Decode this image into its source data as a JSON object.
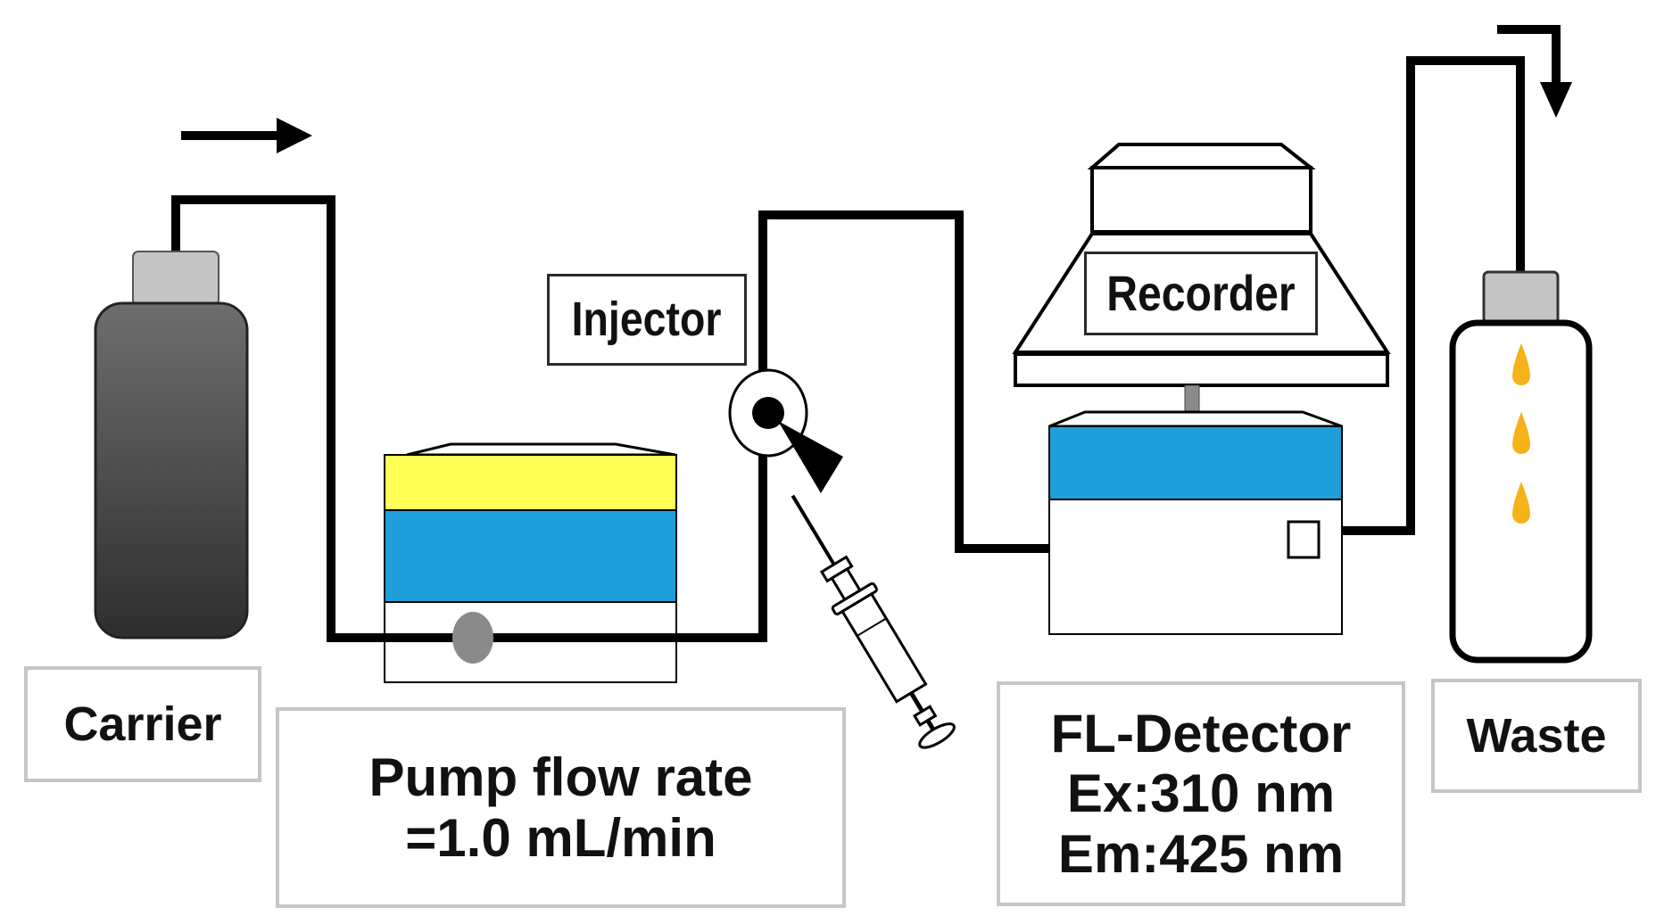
{
  "components": {
    "carrier": {
      "label": "Carrier"
    },
    "pump": {
      "line1": "Pump flow rate",
      "line2": "=1.0 mL/min",
      "colors": {
        "top": "#ffff55",
        "middle": "#1f9fda",
        "bottom": "#ffffff"
      }
    },
    "injector": {
      "label": "Injector"
    },
    "recorder": {
      "label": "Recorder"
    },
    "detector": {
      "line1": "FL-Detector",
      "line2": "Ex:310 nm",
      "line3": "Em:425 nm",
      "color": "#1f9fda"
    },
    "waste": {
      "label": "Waste",
      "drop_color": "#f5b21a"
    }
  },
  "colors": {
    "tubing": "#000000",
    "carrier_bottle": "#3c3c3c",
    "bottle_cap": "#c4c4c4",
    "label_border": "#c6c6c6"
  },
  "flow_arrows": [
    "flow-direction-arrow",
    "waste-outlet-arrow"
  ]
}
